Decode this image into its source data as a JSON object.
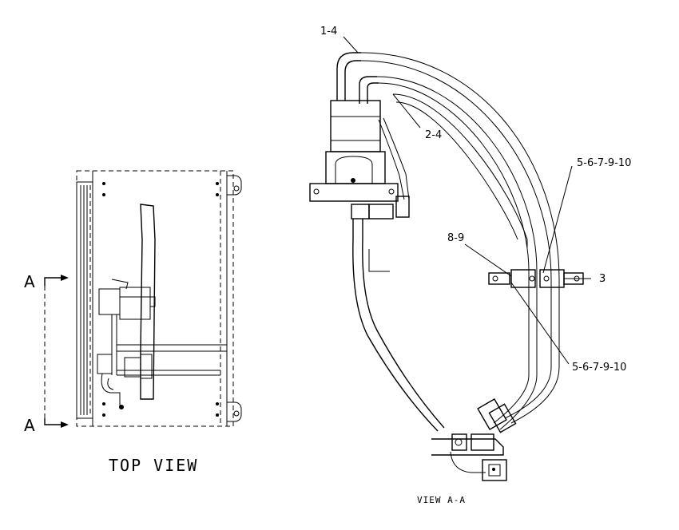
{
  "views": {
    "top_view": {
      "title": "TOP VIEW"
    },
    "section_view": {
      "title": "VIEW A-A"
    }
  },
  "section_markers": {
    "upper": "A",
    "lower": "A"
  },
  "callouts": {
    "c1": "1-4",
    "c2": "2-4",
    "c3": "5-6-7-9-10",
    "c4": "8-9",
    "c5": "3",
    "c6": "5-6-7-9-10"
  }
}
